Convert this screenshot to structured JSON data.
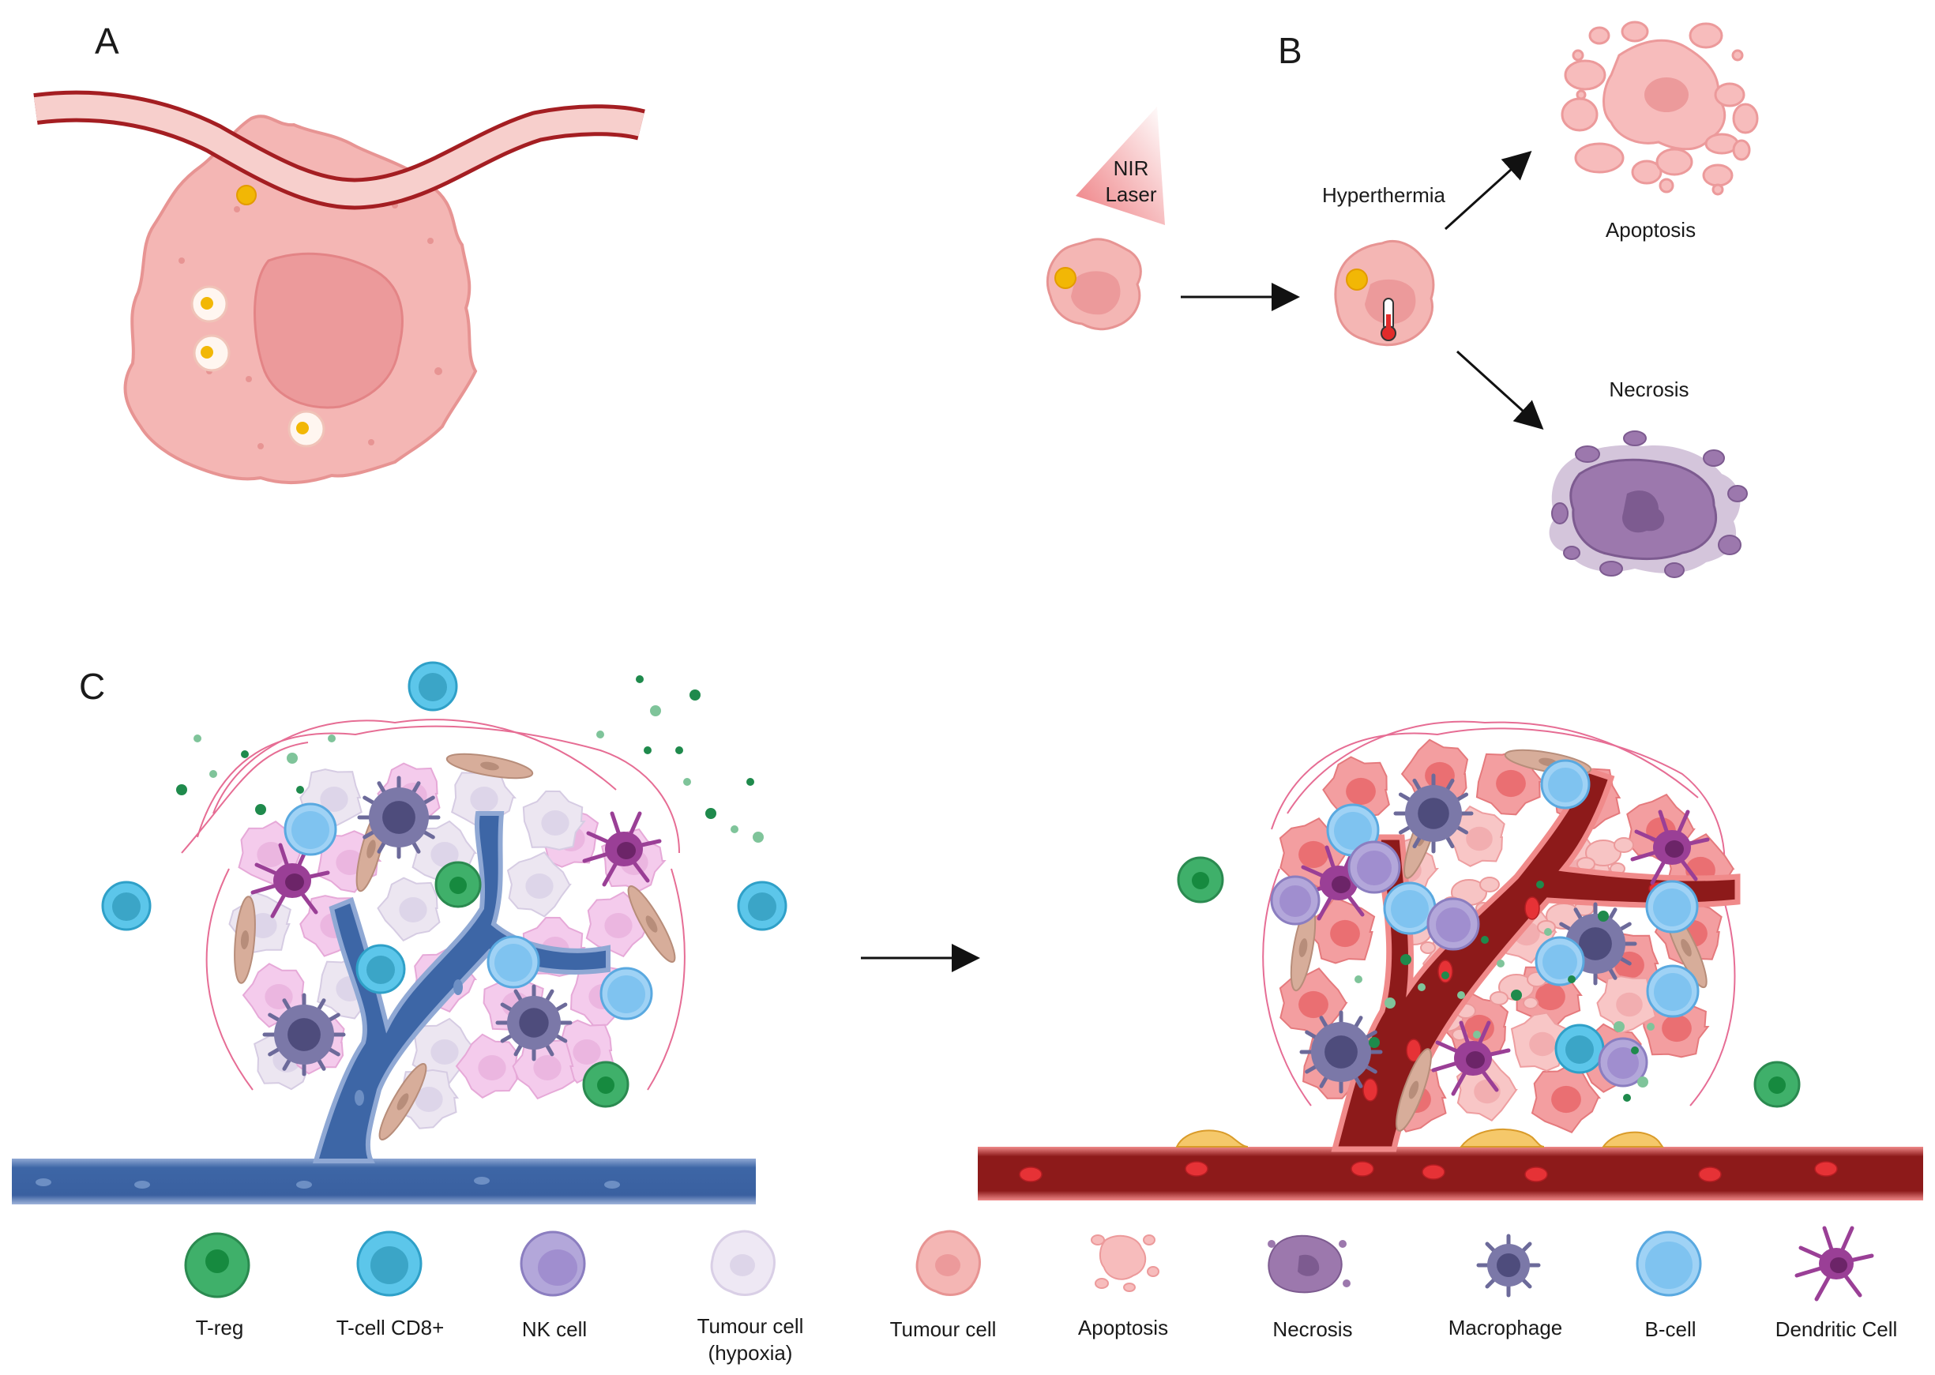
{
  "panels": {
    "a": "A",
    "b": "B",
    "c": "C"
  },
  "panel_b": {
    "laser_line1": "NIR",
    "laser_line2": "Laser",
    "hyperthermia": "Hyperthermia",
    "apoptosis": "Apoptosis",
    "necrosis": "Necrosis"
  },
  "legend": {
    "t_reg": "T-reg",
    "t_cell": "T-cell CD8+",
    "nk_cell": "NK cell",
    "tumour_hypoxia_line1": "Tumour cell",
    "tumour_hypoxia_line2": "(hypoxia)",
    "tumour_cell": "Tumour cell",
    "apoptosis": "Apoptosis",
    "necrosis": "Necrosis",
    "macrophage": "Macrophage",
    "b_cell": "B-cell",
    "dendritic": "Dendritic Cell"
  },
  "colors": {
    "tumour_pink": "#f4b6b4",
    "tumour_dark": "#e79493",
    "hypoxia": "#e7e1ee",
    "hypoxia_pink": "#f2c6e9",
    "vessel_blue": "#3d66a6",
    "vessel_red": "#8d1a1a",
    "nanoparticle": "#f2b705",
    "t_reg": "#3fb06a",
    "t_cell": "#5cc6ea",
    "nk_cell": "#a99ad2",
    "macrophage": "#6c6a9a",
    "b_cell": "#7fc3f0",
    "dendritic": "#9a3f96",
    "necrosis": "#9c78ad"
  }
}
